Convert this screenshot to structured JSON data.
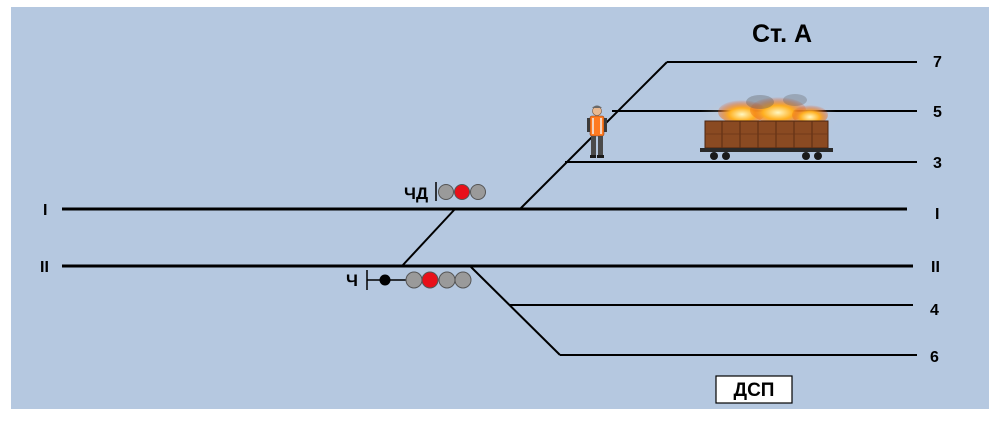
{
  "station": {
    "title": "Ст. А"
  },
  "tracks": {
    "main_1": {
      "left_label": "I",
      "right_label": "I"
    },
    "main_2": {
      "left_label": "II",
      "right_label": "II"
    },
    "track_7": {
      "label": "7"
    },
    "track_5": {
      "label": "5"
    },
    "track_3": {
      "label": "3"
    },
    "track_4": {
      "label": "4"
    },
    "track_6": {
      "label": "6"
    }
  },
  "signals": {
    "chd": {
      "label": "ЧД",
      "lamps": [
        "gray",
        "red",
        "gray"
      ]
    },
    "ch": {
      "label": "Ч",
      "lamps": [
        "gray",
        "red",
        "gray",
        "gray"
      ]
    }
  },
  "office": {
    "label": "ДСП"
  },
  "colors": {
    "background": "#b5c8e0",
    "track": "#000000",
    "lamp_gray": "#9a9a9a",
    "lamp_red": "#e8101a",
    "wagon": "#8a4a22"
  },
  "icons": {
    "worker": "worker-in-safety-vest-icon",
    "wagon": "burning-freight-wagon-icon"
  }
}
